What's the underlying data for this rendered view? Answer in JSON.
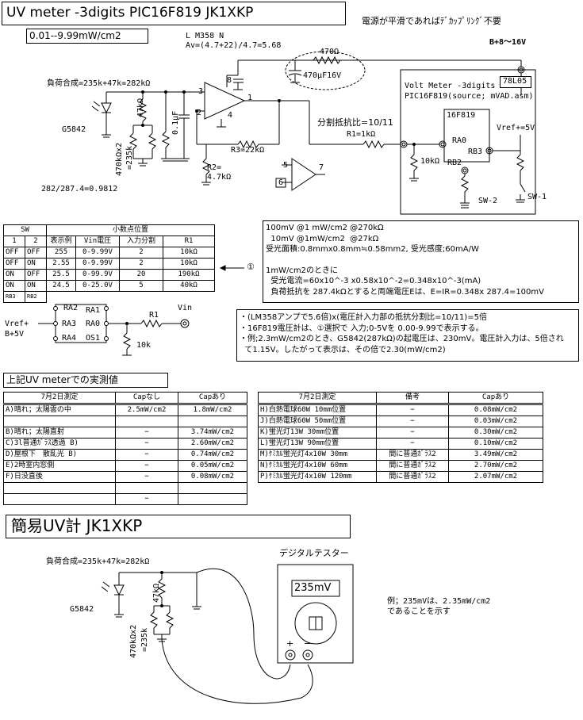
{
  "header": {
    "title": "UV meter  -3digits  PIC16F819  JK1XKP",
    "range": "0.01--9.99mW/cm2"
  },
  "circuit": {
    "opamp_name": "L M358 N",
    "gain": "Av=(4.7+22)/4.7=5.68",
    "decoupling_note": "電源が平滑であればﾃﾞｶｯﾌﾟﾘﾝｸﾞ不要",
    "supply": "B+8〜16V",
    "load": "負荷合成=235k+47k=282kΩ",
    "sensor": "G5842",
    "r47k": "47kΩ",
    "c01": "0.1μF",
    "r470k": "470kΩx2",
    "r235k": "=235k",
    "ratio": "282/287.4=0.9812",
    "r3": "R3=22kΩ",
    "r2": "R2=",
    "r2val": "4.7kΩ",
    "r470": "470Ω",
    "cap470": "470μF16V",
    "divider": "分割抵抗比=10/11",
    "r1": "R1=1kΩ",
    "r10k": "10kΩ",
    "vm_title1": "Volt Meter -3digits",
    "vm_title2": "PIC16F819(source; mVAD.asm)",
    "reg": "78L05",
    "pic": "16F819",
    "vref": "Vref+=5V",
    "ra0": "RA0",
    "rb3": "RB3",
    "rb2": "RB2",
    "sw2": "SW-2",
    "sw1": "SW-1",
    "pin3": "3",
    "pin2": "2",
    "pin8": "8",
    "pin4": "4",
    "pin1": "1",
    "pin5": "5",
    "pin6": "6",
    "pin7": "7"
  },
  "sw_table": {
    "head_sw": "SW",
    "head_dp": "小数点位置",
    "cols": [
      "1",
      "2",
      "表示例",
      "Vin電圧",
      "入力分割",
      "R1"
    ],
    "rows": [
      [
        "OFF",
        "OFF",
        "255",
        "0-9.99V",
        "2",
        "10kΩ"
      ],
      [
        "OFF",
        "ON",
        "2.55",
        "0-9.99V",
        "2",
        "10kΩ"
      ],
      [
        "ON",
        "OFF",
        "25.5",
        "0-99.9V",
        "20",
        "190kΩ"
      ],
      [
        "ON",
        "ON",
        "24.5",
        "0-25.0V",
        "5",
        "40kΩ"
      ]
    ],
    "foot": [
      "RB3",
      "RB2"
    ],
    "marker": "①"
  },
  "pin_diagram": {
    "ra2": "RA2",
    "ra1": "RA1",
    "ra3": "RA3",
    "ra0": "RA0",
    "ra4": "RA4",
    "osi": "OS1",
    "vref": "Vref+",
    "b5v": "B+5V",
    "r1": "R1",
    "vin": "Vin",
    "r10k": "10k"
  },
  "info1": [
    "100mV @1 mW/cm2  @270kΩ",
    "  10mV @1mW/cm2  @27kΩ",
    "受光面積:0.8mmx0.8mm≒0.58mm2, 受光感度;60mA/W",
    "",
    "1mW/cm2のときに",
    "  受光電流=60x10^-3 x0.58x10^-2=0.348x10^-3(mA)",
    "  負荷抵抗を 287.4kΩとすると両端電圧Eは、E=IR=0.348x 287.4=100mV"
  ],
  "info2": [
    "・(LM358アンプで5.6倍)x(電圧計入力部の抵抗分割比=10/11)=5倍",
    "・16F819電圧計は、①選択で  入力;0-5Vを 0.00-9.99で表示する。",
    "・例;2.3mW/cm2のとき、G5842(287kΩ)の起電圧は、230mV。電圧計入力は、5倍され",
    "  て1.15V。したがって表示は、その倍で2.30(mW/cm2)"
  ],
  "measure": {
    "title": "上記UV meterでの実測値",
    "left_head": [
      "7月2日測定",
      "Capなし",
      "Capあり"
    ],
    "left_rows": [
      [
        "A)晴れ；太陽雲の中",
        "2.5mW/cm2",
        "1.8mW/cm2"
      ],
      [
        "",
        "",
        ""
      ],
      [
        "B)晴れ；太陽直射",
        "−",
        "3.74mW/cm2"
      ],
      [
        "C)3l普通ｶﾞﾗｽ透過 B)",
        "−",
        "2.60mW/cm2"
      ],
      [
        "D)屋根下　散乱光 B)",
        "−",
        "0.74mW/cm2"
      ],
      [
        "E)2時室内窓側",
        "−",
        "0.05mW/cm2"
      ],
      [
        "F)日没直後",
        "−",
        "0.08mW/cm2"
      ],
      [
        "",
        "",
        ""
      ],
      [
        "",
        "−",
        ""
      ]
    ],
    "right_head": [
      "7月2日測定",
      "備考",
      "Capあり"
    ],
    "right_rows": [
      [
        "H)白熱電球60W 10mm位置",
        "−",
        "0.08mW/cm2"
      ],
      [
        "J)白熱電球60W 50mm位置",
        "−",
        "0.03mW/cm2"
      ],
      [
        "K)蛍光灯13W 30mm位置",
        "−",
        "0.30mW/cm2"
      ],
      [
        "L)蛍光灯13W 90mm位置",
        "−",
        "0.10mW/cm2"
      ],
      [
        "M)ｹﾐｶﾙ蛍光灯4x10W 30mm",
        "間に普通ｶﾞﾗｽ2",
        "3.49mW/cm2"
      ],
      [
        "N)ｹﾐｶﾙ蛍光灯4x10W 60mm",
        "間に普通ｶﾞﾗｽ2",
        "2.70mW/cm2"
      ],
      [
        "P)ｹﾐｶﾙ蛍光灯4x10W 120mm",
        "間に普通ｶﾞﾗｽ2",
        "2.07mW/cm2"
      ]
    ]
  },
  "simple": {
    "title": "簡易UV計    JK1XKP",
    "load": "負荷合成=235k+47k=282kΩ",
    "sensor": "G5842",
    "r47k": "47kΩ",
    "r470k": "470kΩx2",
    "r235k": "=235k",
    "tester": "デジタルテスター",
    "display": "235mV",
    "plus": "+",
    "minus": "−",
    "example1": "例；235mVは、2.35mW/cm2",
    "example2": "であることを示す"
  }
}
